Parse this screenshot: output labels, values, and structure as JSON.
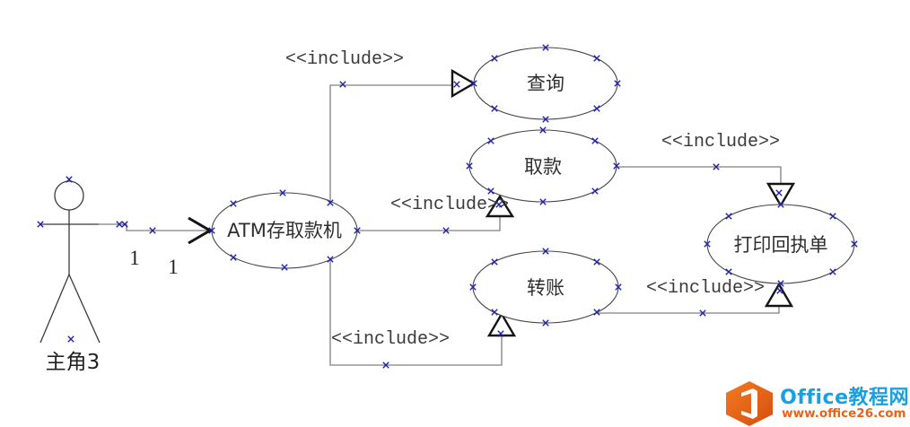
{
  "diagram": {
    "actor": {
      "label": "主角3"
    },
    "association": {
      "multiplicity_left": "1",
      "multiplicity_right": "1"
    },
    "include_label": "<<include>>",
    "usecases": {
      "atm": "ATM存取款机",
      "query": "查询",
      "withdraw": "取款",
      "transfer": "转账",
      "print_receipt": "打印回执单"
    },
    "colors": {
      "connector_gray": "#808080",
      "shape_outline": "#45454e",
      "selection_handle_blue": "#2222aa",
      "arrow_black": "#141414"
    }
  },
  "watermark": {
    "title": "Office教程网",
    "url": "www.office26.com",
    "colors": {
      "title_blue": "#1b9fe0",
      "url_orange": "#e8631a",
      "badge_orange": "#e85d15"
    }
  }
}
